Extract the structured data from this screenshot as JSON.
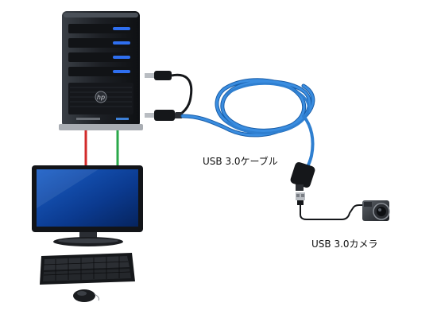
{
  "labels": {
    "cable": "USB 3.0ケーブル",
    "camera": "USB 3.0カメラ"
  },
  "server": {
    "logo": "hp"
  },
  "colors": {
    "usb_cable": "#2f7fd0",
    "cable_dark": "#1a5ea8",
    "red_wire": "#d22a2a",
    "green_wire": "#2aa84a",
    "server_body": "#1c1f24",
    "bay_light": "#2f6ff0",
    "screen": "#0d3f96"
  }
}
